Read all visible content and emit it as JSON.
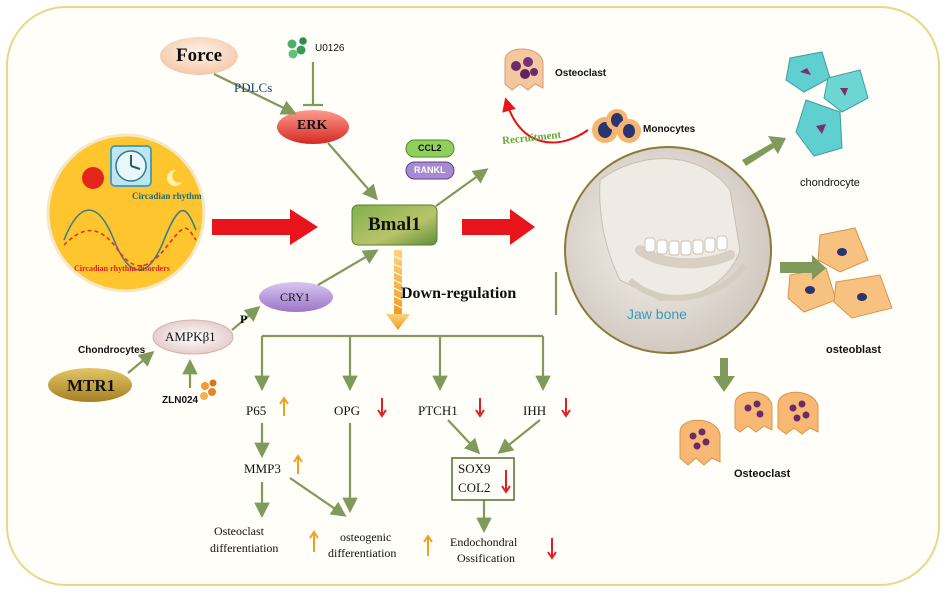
{
  "nodes": {
    "force": "Force",
    "pdlcs": "PDLCs",
    "erk": "ERK",
    "u0126": "U0126",
    "ccl2": "CCL2",
    "rankl": "RANKL",
    "bmal1": "Bmal1",
    "cry1": "CRY1",
    "ampk": "AMPKβ1",
    "p": "P",
    "chondrocytes": "Chondrocytes",
    "mtr1": "MTR1",
    "zln024": "ZLN024",
    "circadian_rhythm": "Circadian rhythm",
    "circadian_disorders": "Circadian rhythm disorders",
    "down_regulation": "Down-regulation",
    "recruitment": "Recruitment",
    "osteoclast_top": "Osteoclast",
    "monocytes": "Monocytes",
    "jaw_bone": "Jaw bone",
    "chondrocyte": "chondrocyte",
    "osteoblast": "osteoblast",
    "osteoclast_bottom": "Osteoclast"
  },
  "targets": {
    "p65": "P65",
    "opg": "OPG",
    "ptch1": "PTCH1",
    "ihh": "IHH",
    "mmp3": "MMP3",
    "sox9": "SOX9",
    "col2": "COL2",
    "osteoclast_diff_1": "Osteoclast",
    "osteoclast_diff_2": "differentiation",
    "osteogenic_diff_1": "osteogenic",
    "osteogenic_diff_2": "differentiation",
    "endo_1": "Endochondral",
    "endo_2": "Ossification"
  },
  "colors": {
    "up_arrow": "#f0a020",
    "down_arrow": "#e02020",
    "connector": "#7f9a5a",
    "main_arrow": "#e8131b"
  }
}
